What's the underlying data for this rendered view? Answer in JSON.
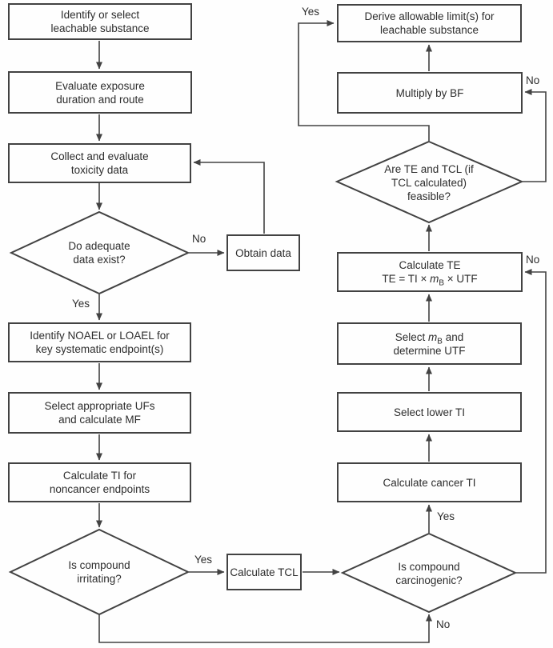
{
  "colors": {
    "background": "#fefefe",
    "line": "#424242",
    "text": "#2d2d2d"
  },
  "nodes": {
    "identify_select": {
      "l1": "Identify or select",
      "l2": "leachable substance"
    },
    "evaluate_exposure": {
      "l1": "Evaluate exposure",
      "l2": "duration and route"
    },
    "collect_evaluate": {
      "l1": "Collect and evaluate",
      "l2": "toxicity data"
    },
    "adequate": {
      "l1": "Do adequate",
      "l2": "data exist?"
    },
    "obtain_data": {
      "l1": "Obtain data"
    },
    "identify_noael": {
      "l1": "Identify NOAEL or LOAEL for",
      "l2": "key systematic endpoint(s)"
    },
    "select_ufs": {
      "l1": "Select appropriate UFs",
      "l2": "and calculate MF"
    },
    "calculate_ti": {
      "l1": "Calculate TI for",
      "l2": "noncancer endpoints"
    },
    "irritating": {
      "l1": "Is compound",
      "l2": "irritating?"
    },
    "calculate_tcl": {
      "l1": "Calculate TCL"
    },
    "derive_limits": {
      "l1": "Derive allowable limit(s) for",
      "l2": "leachable substance"
    },
    "multiply_bf": {
      "l1": "Multiply by BF"
    },
    "feasible": {
      "l1": "Are TE and TCL (if",
      "l2": "TCL calculated)",
      "l3": "feasible?"
    },
    "calculate_te": {
      "l1": "Calculate TE",
      "f_pre": "TE = TI × ",
      "f_m": "m",
      "f_sub": "B",
      "f_post": " × UTF"
    },
    "select_mb": {
      "pre": "Select ",
      "m": "m",
      "sub": "B",
      "post": " and",
      "l2": "determine UTF"
    },
    "select_lower_ti": {
      "l1": "Select lower TI"
    },
    "calculate_cancer_ti": {
      "l1": "Calculate cancer TI"
    },
    "carcinogenic": {
      "l1": "Is compound",
      "l2": "carcinogenic?"
    }
  },
  "edge_labels": {
    "adequate_no": "No",
    "adequate_yes": "Yes",
    "irritating_yes": "Yes",
    "bottom_no": "No",
    "carcinogenic_yes": "Yes",
    "te_no": "No",
    "bf_no": "No",
    "feasible_yes": "Yes"
  }
}
